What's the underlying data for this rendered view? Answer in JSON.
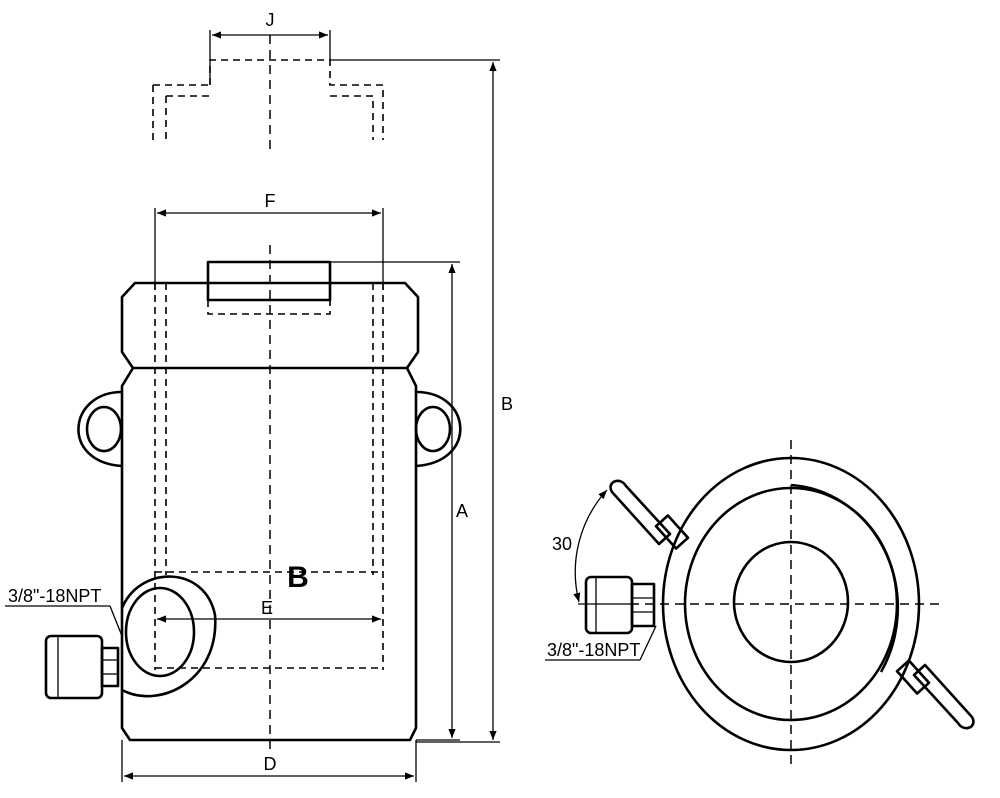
{
  "dimensions": {
    "A": "A",
    "B": "B",
    "D": "D",
    "E": "E",
    "F": "F",
    "J": "J"
  },
  "section_label": "B",
  "port_label_side": "3/8\"-18NPT",
  "port_label_top": "3/8\"-18NPT",
  "angle_label": "30"
}
